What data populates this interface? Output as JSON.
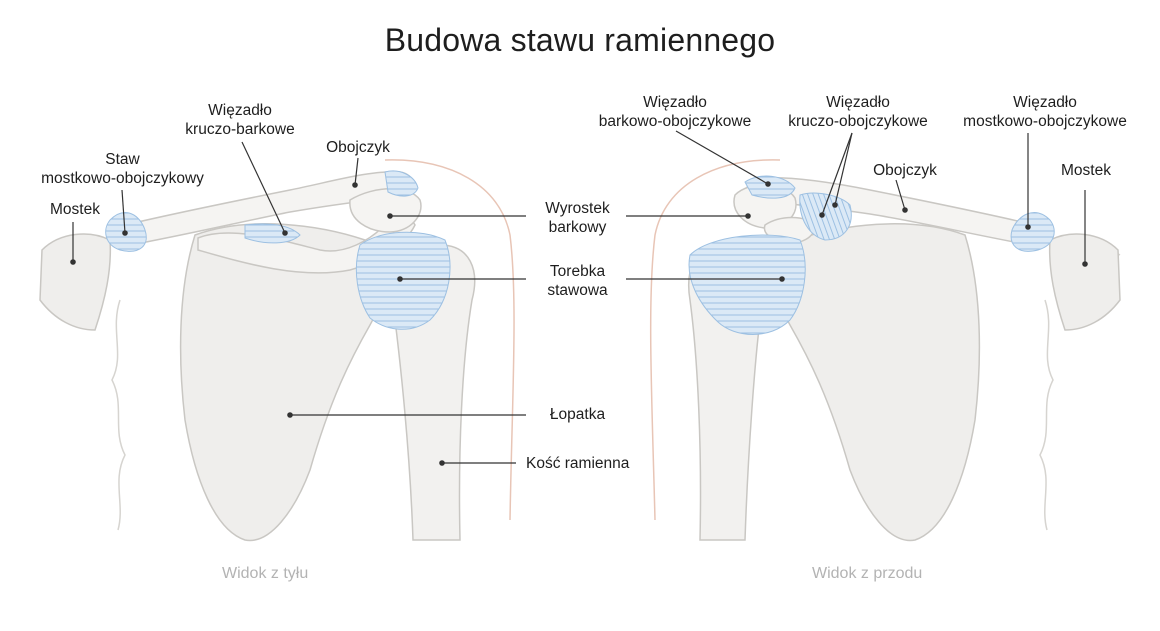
{
  "title": "Budowa stawu ramiennego",
  "left_labels": {
    "ligament_coraco": [
      "Więzadło",
      "kruczo-barkowe"
    ],
    "sternoclavicular_joint": [
      "Staw",
      "mostkowo-obojczykowy"
    ],
    "clavicle": "Obojczyk",
    "sternum": "Mostek"
  },
  "center_labels": {
    "acromion": [
      "Wyrostek",
      "barkowy"
    ],
    "capsule": [
      "Torebka",
      "stawowa"
    ],
    "scapula": "Łopatka",
    "humerus": "Kość ramienna"
  },
  "right_labels": {
    "ligament_acromio": [
      "Więzadło",
      "barkowo-obojczykowe"
    ],
    "ligament_coraco_clav": [
      "Więzadło",
      "kruczo-obojczykowe"
    ],
    "ligament_sterno": [
      "Więzadło",
      "mostkowo-obojczykowe"
    ],
    "clavicle": "Obojczyk",
    "sternum": "Mostek"
  },
  "views": {
    "back": "Widok z tyłu",
    "front": "Widok z przodu"
  },
  "colors": {
    "bone_fill": "#efeeec",
    "bone_stroke": "#c9c7c3",
    "ligament": "#a9c9e8",
    "skin": "#e8c5b6",
    "leader": "#333333"
  }
}
